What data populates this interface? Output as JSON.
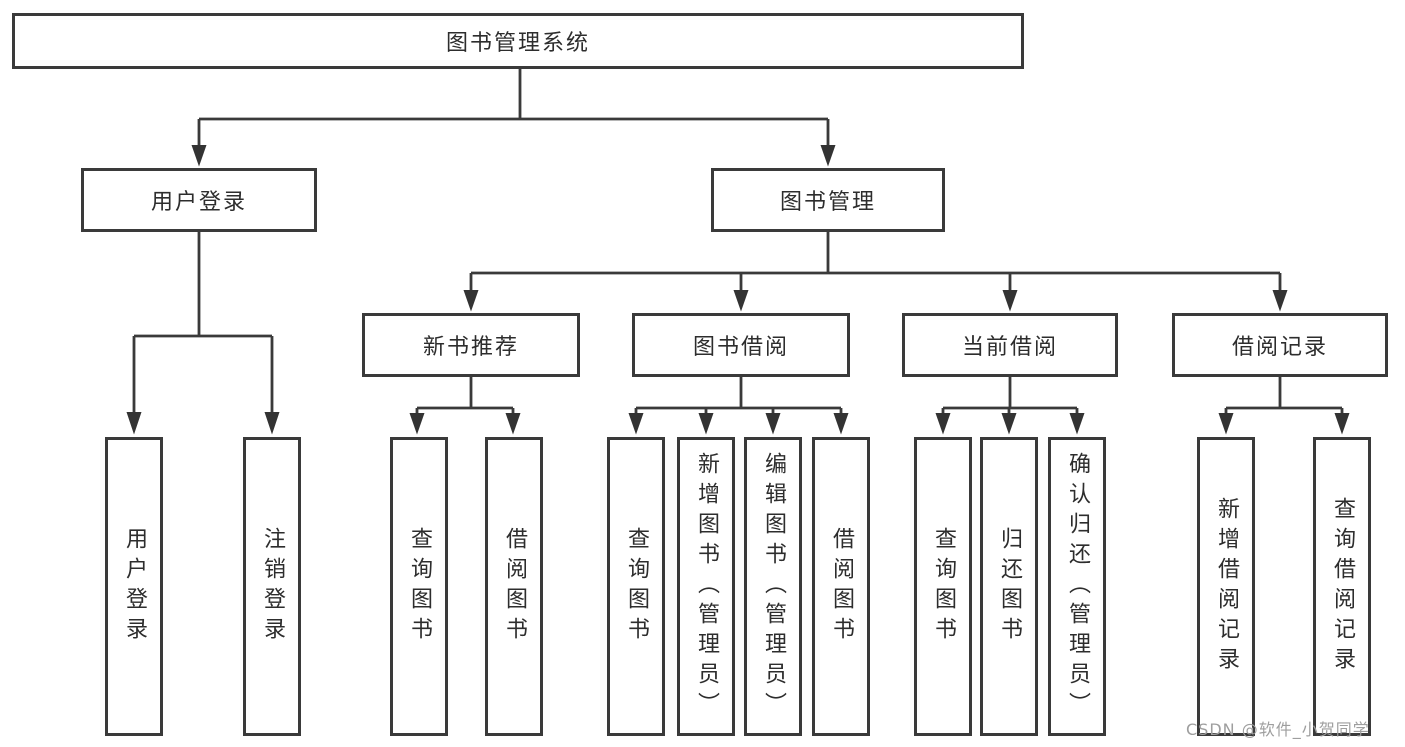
{
  "title": "图书管理系统",
  "watermark": "CSDN @软件_小贺同学",
  "colors": {
    "line": "#3a3a3a",
    "box_border": "#3a3a3a",
    "text": "#2d2d2d",
    "watermark": "#9e9e9e",
    "background": "#ffffff"
  },
  "tree": {
    "root": {
      "label": "图书管理系统"
    },
    "children": [
      {
        "label": "用户登录",
        "children": [
          {
            "label": "用户登录"
          },
          {
            "label": "注销登录"
          }
        ]
      },
      {
        "label": "图书管理",
        "children": [
          {
            "label": "新书推荐",
            "children": [
              {
                "label": "查询图书"
              },
              {
                "label": "借阅图书"
              }
            ]
          },
          {
            "label": "图书借阅",
            "children": [
              {
                "label": "查询图书"
              },
              {
                "label": "新增图书（管理员）"
              },
              {
                "label": "编辑图书（管理员）"
              },
              {
                "label": "借阅图书"
              }
            ]
          },
          {
            "label": "当前借阅",
            "children": [
              {
                "label": "查询图书"
              },
              {
                "label": "归还图书"
              },
              {
                "label": "确认归还（管理员）"
              }
            ]
          },
          {
            "label": "借阅记录",
            "children": [
              {
                "label": "新增借阅记录"
              },
              {
                "label": "查询借阅记录"
              }
            ]
          }
        ]
      }
    ]
  }
}
